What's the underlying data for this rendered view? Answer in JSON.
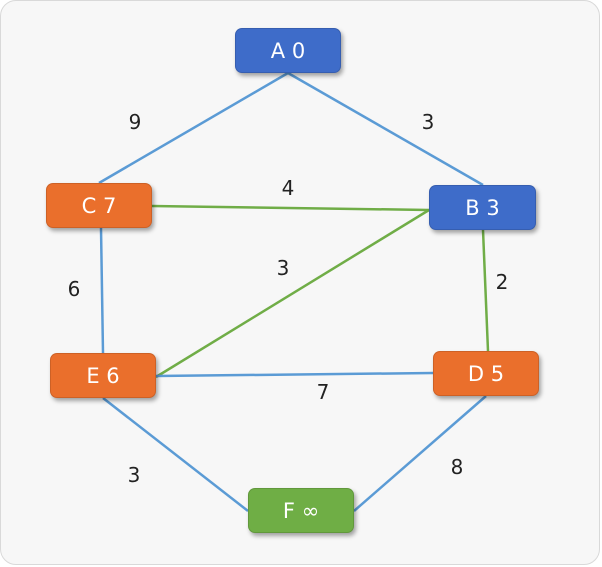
{
  "graph": {
    "nodes": [
      {
        "id": "A",
        "label": "A 0",
        "status": "visited",
        "color": "#3e6cc9"
      },
      {
        "id": "B",
        "label": "B 3",
        "status": "visited",
        "color": "#3e6cc9"
      },
      {
        "id": "C",
        "label": "C 7",
        "status": "frontier",
        "color": "#ea6f2c"
      },
      {
        "id": "D",
        "label": "D 5",
        "status": "frontier",
        "color": "#ea6f2c"
      },
      {
        "id": "E",
        "label": "E 6",
        "status": "frontier",
        "color": "#ea6f2c"
      },
      {
        "id": "F",
        "label": "F ∞",
        "status": "unvisited",
        "color": "#6fae45"
      }
    ],
    "edges": [
      {
        "from": "A",
        "to": "C",
        "weight": "9",
        "color": "#5b9bd5"
      },
      {
        "from": "A",
        "to": "B",
        "weight": "3",
        "color": "#5b9bd5"
      },
      {
        "from": "C",
        "to": "B",
        "weight": "4",
        "color": "#70ad47"
      },
      {
        "from": "C",
        "to": "E",
        "weight": "6",
        "color": "#5b9bd5"
      },
      {
        "from": "E",
        "to": "B",
        "weight": "3",
        "color": "#70ad47"
      },
      {
        "from": "B",
        "to": "D",
        "weight": "2",
        "color": "#70ad47"
      },
      {
        "from": "E",
        "to": "D",
        "weight": "7",
        "color": "#5b9bd5"
      },
      {
        "from": "E",
        "to": "F",
        "weight": "3",
        "color": "#5b9bd5"
      },
      {
        "from": "D",
        "to": "F",
        "weight": "8",
        "color": "#5b9bd5"
      }
    ]
  }
}
